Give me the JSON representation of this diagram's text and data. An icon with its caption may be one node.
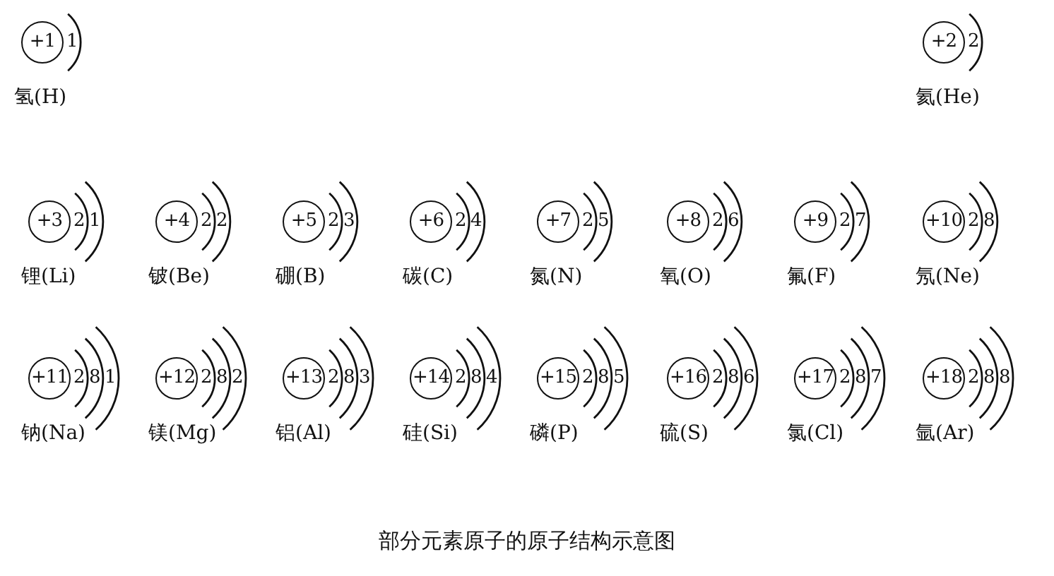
{
  "diagram": {
    "caption": "部分元素原子的原子结构示意图",
    "nodes": [
      {
        "text": [
          "+1"
        ],
        "beside": [
          "1",
          "氢(H)"
        ]
      },
      {
        "text": [
          "+2"
        ],
        "beside": [
          "2",
          "氦(He)"
        ]
      },
      {
        "text": [
          "+3"
        ],
        "beside": [
          "2",
          "1",
          "锂(Li)"
        ]
      },
      {
        "text": [
          "+4"
        ],
        "beside": [
          "2",
          "2",
          "铍(Be)"
        ]
      },
      {
        "text": [
          "+5"
        ],
        "beside": [
          "2",
          "3",
          "硼(B)"
        ]
      },
      {
        "text": [
          "+6"
        ],
        "beside": [
          "2",
          "4",
          "碳(C)"
        ]
      },
      {
        "text": [
          "+7"
        ],
        "beside": [
          "2",
          "5",
          "氮(N)"
        ]
      },
      {
        "text": [
          "+8"
        ],
        "beside": [
          "2",
          "6",
          "氧(O)"
        ]
      },
      {
        "text": [
          "+9"
        ],
        "beside": [
          "2",
          "7",
          "氟(F)"
        ]
      },
      {
        "text": [
          "+10"
        ],
        "beside": [
          "2",
          "8",
          "氖(Ne)"
        ]
      },
      {
        "text": [
          "+11"
        ],
        "beside": [
          "2",
          "8",
          "1",
          "钠(Na)"
        ]
      },
      {
        "text": [
          "+12"
        ],
        "beside": [
          "2",
          "8",
          "2",
          "镁(Mg)"
        ]
      },
      {
        "text": [
          "+13"
        ],
        "beside": [
          "2",
          "8",
          "3",
          "铝(Al)"
        ]
      },
      {
        "text": [
          "+14"
        ],
        "beside": [
          "2",
          "8",
          "4",
          "硅(Si)"
        ]
      },
      {
        "text": [
          "+15"
        ],
        "beside": [
          "2",
          "8",
          "5",
          "磷(P)"
        ]
      },
      {
        "text": [
          "+16"
        ],
        "beside": [
          "2",
          "8",
          "6",
          "硫(S)"
        ]
      },
      {
        "text": [
          "+17"
        ],
        "beside": [
          "2",
          "8",
          "7",
          "氯(Cl)"
        ]
      },
      {
        "text": [
          "+18"
        ],
        "beside": [
          "2",
          "8",
          "8",
          "氩(Ar)"
        ]
      }
    ]
  }
}
